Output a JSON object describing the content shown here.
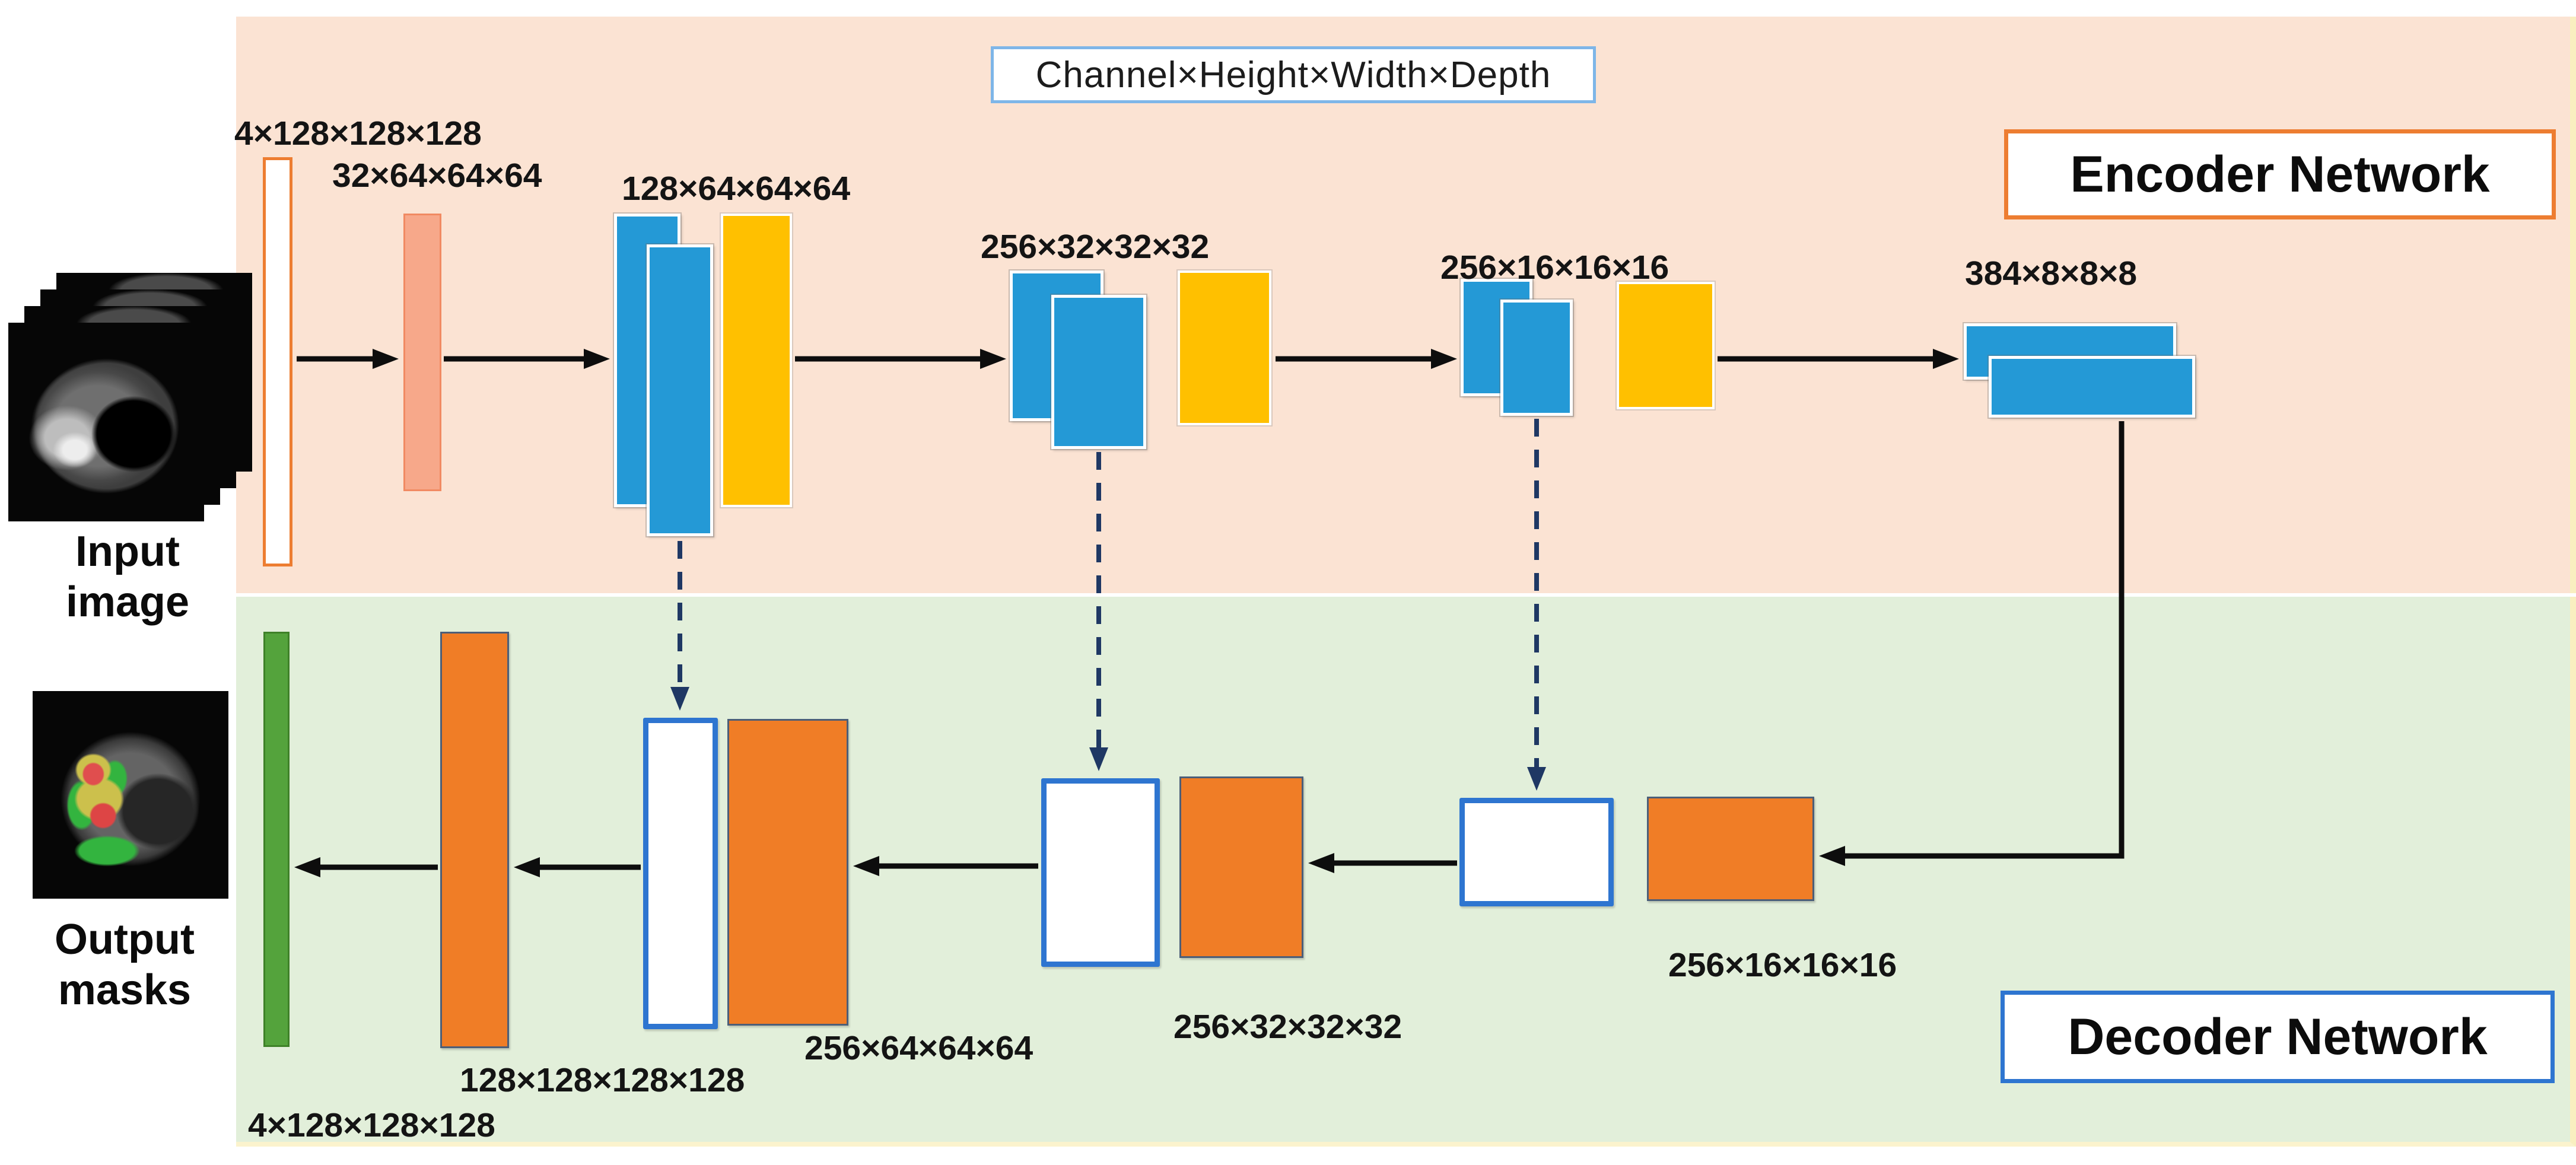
{
  "legend": {
    "text": "Channel×Height×Width×Depth"
  },
  "encoder": {
    "title": "Encoder Network"
  },
  "decoder": {
    "title": "Decoder Network"
  },
  "io": {
    "input_caption": "Input\nimage",
    "output_caption": "Output\nmasks"
  },
  "dims": {
    "enc_input": "4×128×128×128",
    "enc_conv1": "32×64×64×64",
    "enc_stage1": "128×64×64×64",
    "enc_stage2": "256×32×32×32",
    "enc_stage3": "256×16×16×16",
    "enc_stage4": "384×8×8×8",
    "dec_stage3": "256×16×16×16",
    "dec_stage2": "256×32×32×32",
    "dec_stage1": "256×64×64×64",
    "dec_stage0": "128×128×128×128",
    "dec_output": "4×128×128×128"
  },
  "colors": {
    "encoder_bg": "#FBE3D3",
    "decoder_bg": "#E2EFDA",
    "conv_blue": "#2499D6",
    "pool_yellow": "#FFC000",
    "deconv_orange": "#F07D26",
    "orange_accent": "#ED7D31",
    "input_salmon": "#F7A88A",
    "output_green": "#54A33C",
    "skip_navy": "#1F3864",
    "decoder_blue": "#2E75D0",
    "legend_blue": "#7EB6E8",
    "arrow_black": "#0D0D0D"
  }
}
